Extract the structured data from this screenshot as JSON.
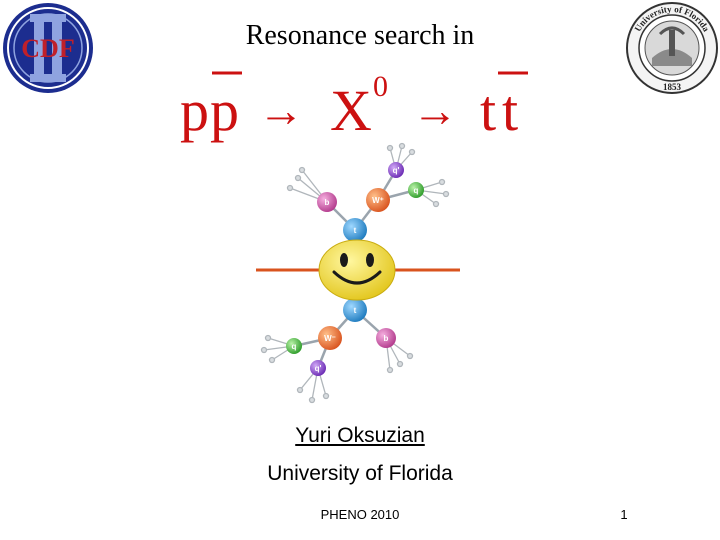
{
  "slide": {
    "title": "Resonance search in",
    "formula": {
      "lhs_p1": "p",
      "lhs_p2": "p",
      "arrow1": "→",
      "resonance": "X",
      "resonance_sup": "0",
      "arrow2": "→",
      "rhs_t1": "t",
      "rhs_t2": "t"
    },
    "author": "Yuri Oksuzian",
    "affiliation": "University of Florida",
    "footer": "PHENO 2010",
    "page_number": "1"
  },
  "logos": {
    "cdf": {
      "text": "CDF",
      "roman": "II"
    },
    "uf_seal": {
      "text": "University of Florida",
      "year": "1853"
    }
  },
  "diagram": {
    "top_labels": [
      "b",
      "W⁺",
      "t",
      "q",
      "q'"
    ],
    "bottom_labels": [
      "t",
      "W⁻",
      "b",
      "q",
      "q'"
    ]
  },
  "colors": {
    "formula_red": "#cc1111",
    "line_orange": "#d9531e",
    "smiley_yellow": "#f2e21a",
    "cdf_blue": "#1c2d8f",
    "cdf_red": "#c0202a"
  }
}
